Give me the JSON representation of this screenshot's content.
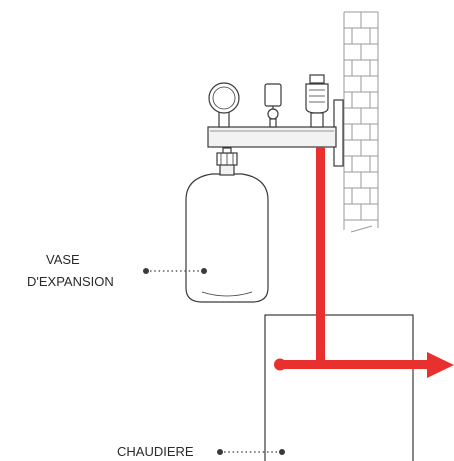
{
  "labels": {
    "vase_line1": "VASE",
    "vase_line2": "D'EXPANSION",
    "boiler": "CHAUDIERE"
  },
  "colors": {
    "pipe": "#e8312e",
    "outline": "#3a3a3a",
    "wall_line": "#9a9a9a",
    "fill": "#ffffff",
    "metal_light": "#f2f2f2"
  },
  "icons": [
    "pressure-gauge-icon",
    "safety-valve-icon",
    "air-vent-icon",
    "flow-arrow-icon"
  ]
}
